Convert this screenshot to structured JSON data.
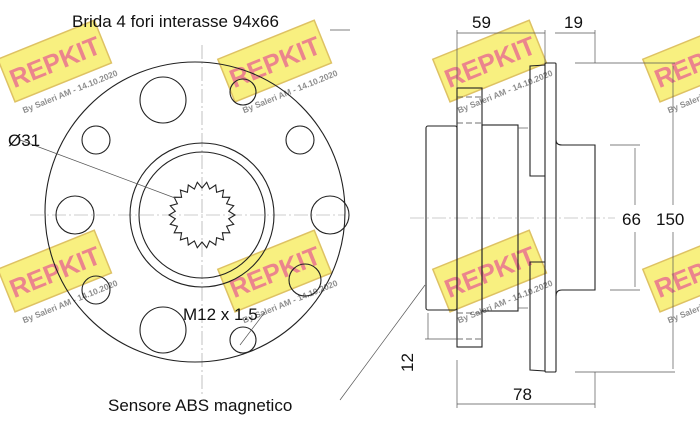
{
  "labels": {
    "flange": "Brida 4 fori interasse 94x66",
    "bore": "Ø31",
    "thread": "M12 x 1.5",
    "sensor": "Sensore ABS magnetico",
    "dim_59": "59",
    "dim_19": "19",
    "dim_66": "66",
    "dim_150": "150",
    "dim_12": "12",
    "dim_78": "78"
  },
  "watermark": {
    "logo": "REPKIT",
    "caption": "By Saleri AM - 14.10.2020",
    "fill_color": "#f7ee6a",
    "text_color": "#e8707a"
  }
}
